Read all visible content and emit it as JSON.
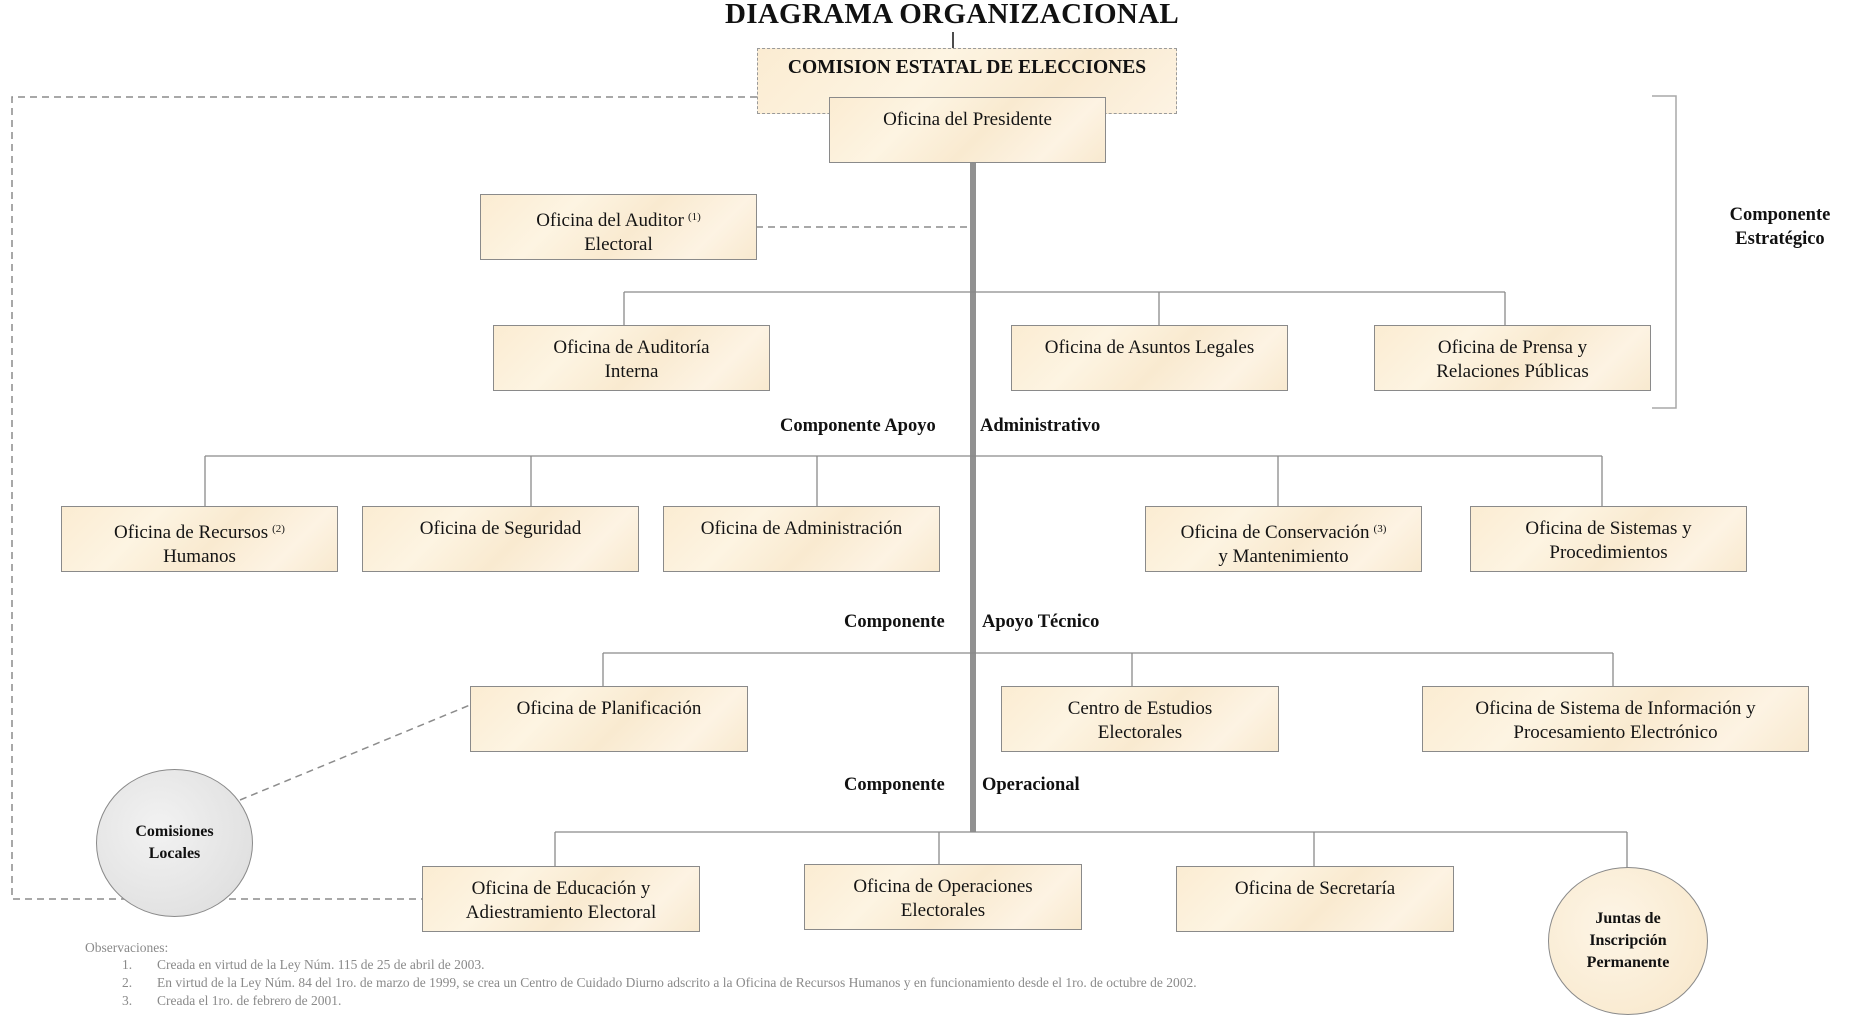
{
  "title": "DIAGRAMA ORGANIZACIONAL",
  "commission": "COMISION ESTATAL DE ELECCIONES",
  "president": "Oficina del Presidente",
  "auditor": {
    "line1": "Oficina del Auditor",
    "note": "(1)",
    "line2": "Electoral"
  },
  "strategic": {
    "label_line1": "Componente",
    "label_line2": "Estratégico",
    "offices": [
      {
        "line1": "Oficina de Auditoría",
        "line2": "Interna"
      },
      {
        "line1": "Oficina de Asuntos Legales",
        "line2": ""
      },
      {
        "line1": "Oficina de Prensa y",
        "line2": "Relaciones Públicas"
      }
    ]
  },
  "admin_support": {
    "label_left": "Componente Apoyo",
    "label_right": "Administrativo",
    "offices": [
      {
        "line1": "Oficina de Recursos",
        "note": "(2)",
        "line2": "Humanos"
      },
      {
        "line1": "Oficina de Seguridad",
        "note": "",
        "line2": ""
      },
      {
        "line1": "Oficina de Administración",
        "note": "",
        "line2": ""
      },
      {
        "line1": "Oficina de Conservación",
        "note": "(3)",
        "line2": "y Mantenimiento"
      },
      {
        "line1": "Oficina de Sistemas y",
        "note": "",
        "line2": "Procedimientos"
      }
    ]
  },
  "technical_support": {
    "label_left": "Componente",
    "label_right": "Apoyo Técnico",
    "offices": [
      {
        "line1": "Oficina de Planificación",
        "line2": ""
      },
      {
        "line1": "Centro de Estudios",
        "line2": "Electorales"
      },
      {
        "line1": "Oficina de Sistema de Información y",
        "line2": "Procesamiento Electrónico"
      }
    ]
  },
  "operational": {
    "label_left": "Componente",
    "label_right": "Operacional",
    "offices": [
      {
        "line1": "Oficina de Educación y",
        "line2": "Adiestramiento Electoral"
      },
      {
        "line1": "Oficina de Operaciones",
        "line2": "Electorales"
      },
      {
        "line1": "Oficina de Secretaría",
        "line2": ""
      }
    ],
    "juntas": {
      "line1": "Juntas de",
      "line2": "Inscripción",
      "line3": "Permanente"
    }
  },
  "local_commissions": {
    "line1": "Comisiones",
    "line2": "Locales"
  },
  "notes": {
    "heading": "Observaciones:",
    "items": [
      {
        "num": "1.",
        "text": "Creada en virtud de la Ley Núm. 115 de 25 de abril de 2003."
      },
      {
        "num": "2.",
        "text": "En virtud de la Ley Núm. 84 del 1ro. de marzo de 1999, se crea un Centro de Cuidado Diurno adscrito a la Oficina de Recursos Humanos y en funcionamiento desde el 1ro. de octubre de 2002."
      },
      {
        "num": "3.",
        "text": "Creada el 1ro. de febrero de 2001."
      }
    ]
  }
}
